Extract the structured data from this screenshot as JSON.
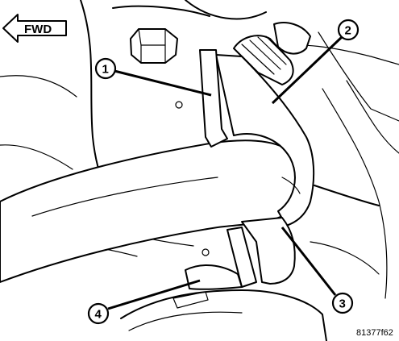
{
  "direction_label": "FWD",
  "callouts": [
    {
      "number": "1"
    },
    {
      "number": "2"
    },
    {
      "number": "3"
    },
    {
      "number": "4"
    }
  ],
  "figure_id": "81377f62"
}
